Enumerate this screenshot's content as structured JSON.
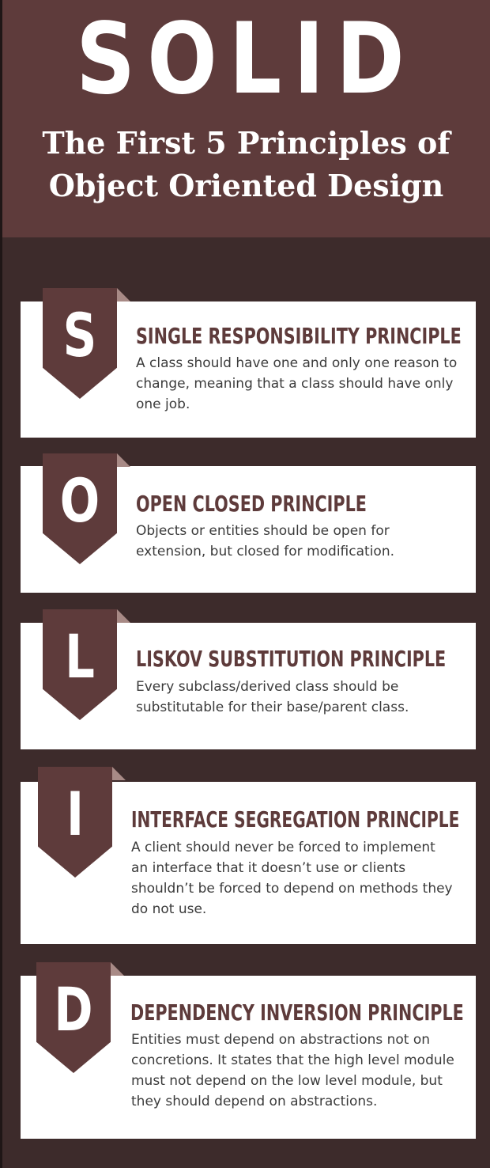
{
  "header": {
    "title": "SOLID",
    "subtitle_line1": "The First 5 Principles of",
    "subtitle_line2": "Object Oriented Design"
  },
  "colors": {
    "header_bg": "#5e3b3b",
    "page_bg": "#3d2b2b",
    "ribbon": "#5e3b3b",
    "ribbon_fold": "#a88a86",
    "card_bg": "#ffffff",
    "heading_text": "#5e3b3b",
    "body_text": "#3b3b3b"
  },
  "principles": [
    {
      "letter": "S",
      "title": "SINGLE RESPONSIBILITY PRINCIPLE",
      "description": "A class should have one and only one reason to change, meaning that a class should have only one job."
    },
    {
      "letter": "O",
      "title": "OPEN CLOSED PRINCIPLE",
      "description": "Objects or entities should be open for extension, but closed for modification."
    },
    {
      "letter": "L",
      "title": "LISKOV SUBSTITUTION PRINCIPLE",
      "description": "Every subclass/derived class should be substitutable for their base/parent class."
    },
    {
      "letter": "I",
      "title": "INTERFACE SEGREGATION PRINCIPLE",
      "description": "A client should never be forced to implement an interface that it doesn’t use or clients shouldn’t be forced to depend on methods they do not use."
    },
    {
      "letter": "D",
      "title": "DEPENDENCY INVERSION PRINCIPLE",
      "description": "Entities must depend on abstractions not on concretions. It states that the high level module must not depend on the low level module, but they should depend on abstractions."
    }
  ]
}
